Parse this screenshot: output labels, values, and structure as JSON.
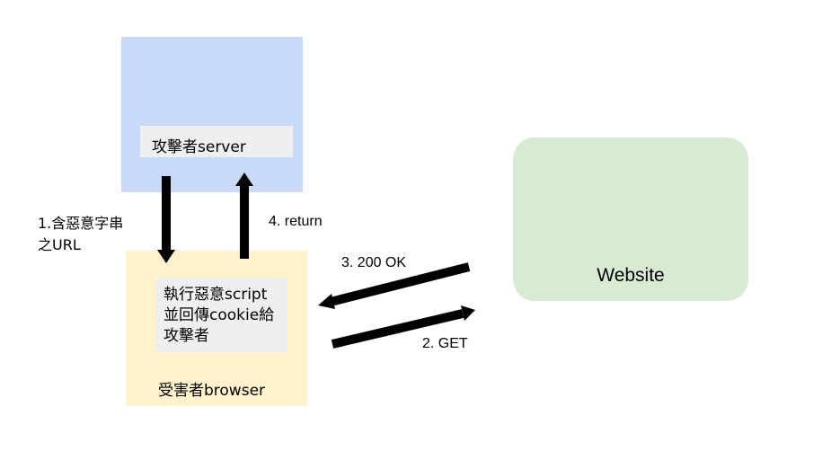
{
  "nodes": {
    "attacker_server": "攻擊者server",
    "victim_browser": "受害者browser",
    "victim_action_lines": [
      "執行惡意script",
      "並回傳cookie給",
      "攻擊者"
    ],
    "website": "Website"
  },
  "steps": {
    "step1_lines": [
      "1.含惡意字串",
      "之URL"
    ],
    "step2": "2. GET",
    "step3": "3. 200 OK",
    "step4": "4. return"
  },
  "colors": {
    "attacker": "#c9daf8",
    "victim": "#fff2cc",
    "website": "#d9ead3",
    "label_bg": "#efefef",
    "arrow": "#000000"
  }
}
